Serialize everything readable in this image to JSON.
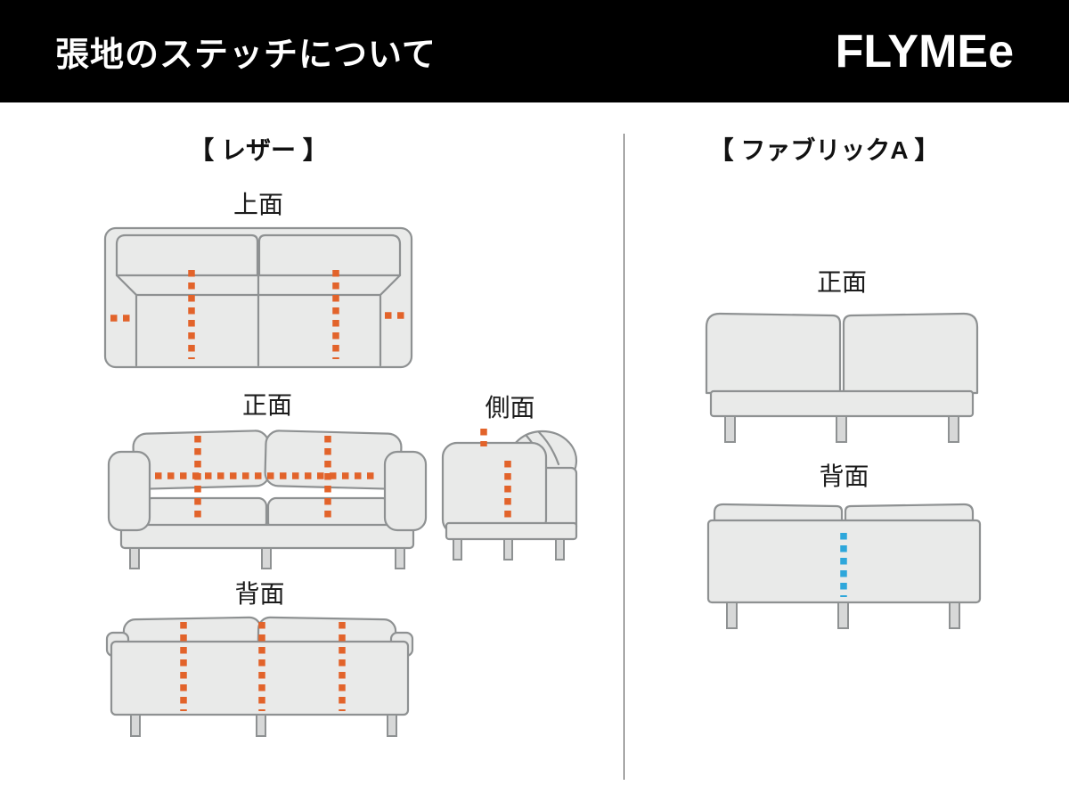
{
  "header": {
    "title": "張地のステッチについて",
    "logo": "FLYMEe"
  },
  "colors": {
    "leather_stitch": "#E2632A",
    "fabric_stitch": "#2EA7DB",
    "sofa_fill": "#E9EAE9",
    "sofa_stroke": "#8E9192",
    "leg_fill": "#D7D8D8"
  },
  "sections": {
    "leather": {
      "heading": "【 レザー 】",
      "views": {
        "top": "上面",
        "front": "正面",
        "side": "側面",
        "back": "背面"
      }
    },
    "fabric": {
      "heading": "【 ファブリックA 】",
      "views": {
        "front": "正面",
        "back": "背面"
      }
    }
  }
}
